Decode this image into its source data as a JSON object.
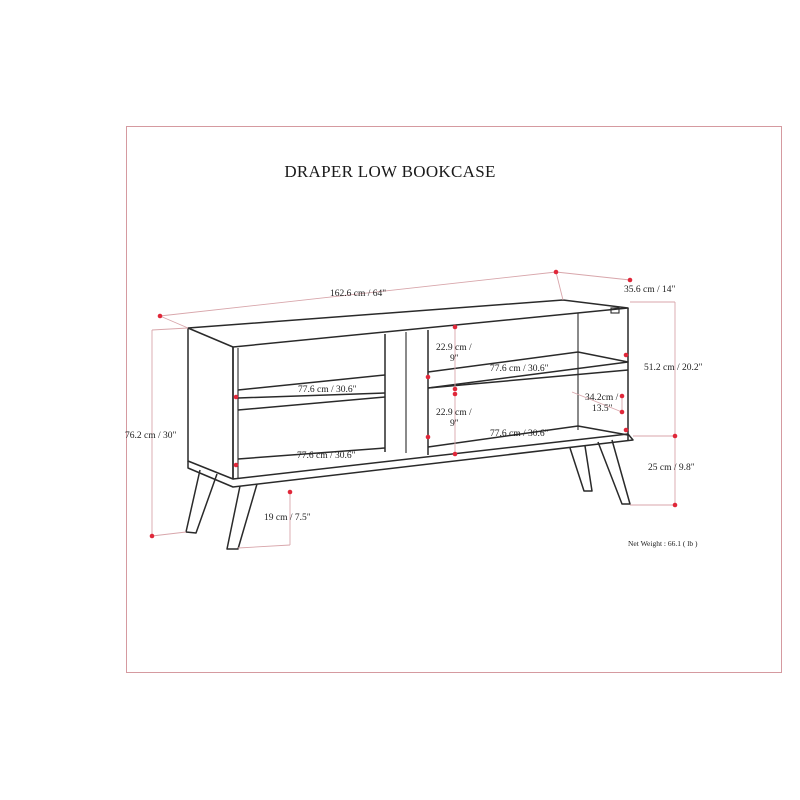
{
  "title": "DRAPER LOW BOOKCASE",
  "dimensions": {
    "width": "162.6 cm / 64\"",
    "depth": "35.6 cm / 14\"",
    "total_height": "76.2 cm / 30\"",
    "cabinet_height": "51.2 cm / 20.2\"",
    "leg_height": "25 cm / 9.8\"",
    "leg_spread": "19 cm / 7.5\"",
    "shelf_width_upper_left": "77.6 cm / 30.6\"",
    "shelf_width_upper_right": "77.6 cm / 30.6\"",
    "shelf_width_lower_left": "77.6 cm / 30.6\"",
    "shelf_width_lower_right": "77.6 cm / 30.6\"",
    "upper_opening_line1": "22.9 cm /",
    "upper_opening_line2": "9\"",
    "lower_opening_line1": "22.9 cm /",
    "lower_opening_line2": "9\"",
    "shelf_depth_line1": "34.2cm /",
    "shelf_depth_line2": "13.5\""
  },
  "net_weight": "Net Weight : 66.1 ( lb )"
}
